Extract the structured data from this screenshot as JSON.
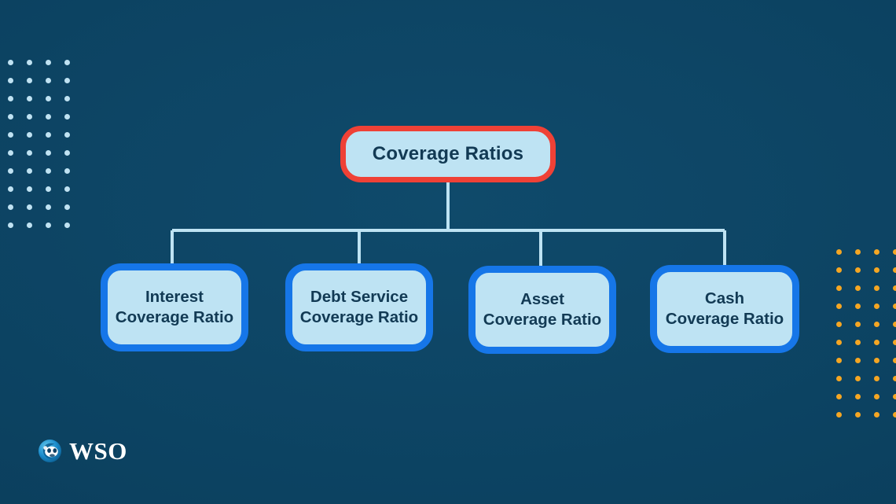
{
  "page": {
    "title": "Coverage Ratios",
    "background_color": "#0c4261"
  },
  "diagram": {
    "type": "tree",
    "root": {
      "label": "Coverage Ratios",
      "fill_color": "#bee3f3",
      "border_color": "#ef4136",
      "text_color": "#123a54"
    },
    "connector_color": "#bee3f3",
    "children": [
      {
        "id": "interest",
        "line1": "Interest",
        "line2": "Coverage Ratio",
        "fill_color": "#bee3f3",
        "border_color": "#1676e8",
        "text_color": "#123a54"
      },
      {
        "id": "debt-service",
        "line1": "Debt Service",
        "line2": "Coverage Ratio",
        "fill_color": "#bee3f3",
        "border_color": "#1676e8",
        "text_color": "#123a54"
      },
      {
        "id": "asset",
        "line1": "Asset",
        "line2": "Coverage Ratio",
        "fill_color": "#bee3f3",
        "border_color": "#1676e8",
        "text_color": "#123a54"
      },
      {
        "id": "cash",
        "line1": "Cash",
        "line2": "Coverage Ratio",
        "fill_color": "#bee3f3",
        "border_color": "#1676e8",
        "text_color": "#123a54"
      }
    ]
  },
  "decorations": {
    "dots_left": {
      "columns": 4,
      "rows": 10,
      "color": "#bfe2f2"
    },
    "dots_right": {
      "columns": 4,
      "rows": 10,
      "color": "#f5a623"
    }
  },
  "logo": {
    "text": "WSO",
    "mark": "wso-monkey-icon",
    "text_color": "#ffffff",
    "mark_color": "#1b8ccc"
  }
}
